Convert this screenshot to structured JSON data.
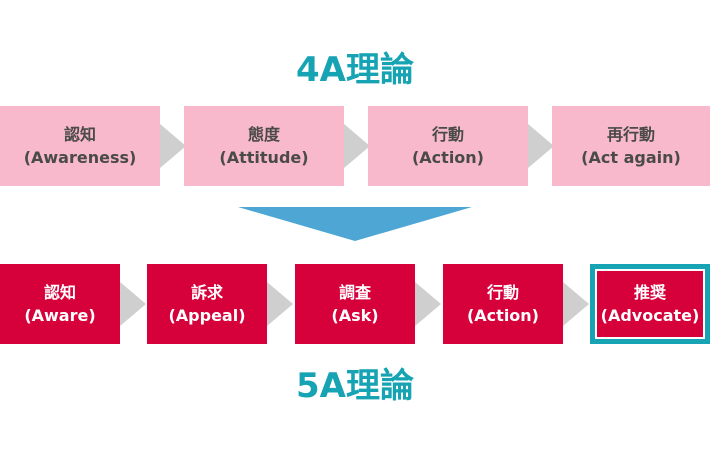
{
  "colors": {
    "title": "#16a3b3",
    "pink_box": "#f7b9cb",
    "pink_text": "#4a4a4a",
    "red_box": "#d6003a",
    "chevron": "#cfcfcf",
    "arrow": "#4ea6d4",
    "highlight_border": "#16a3b3"
  },
  "theory_4a": {
    "title": "4A理論",
    "steps": [
      {
        "ja": "認知",
        "en": "(Awareness)"
      },
      {
        "ja": "態度",
        "en": "(Attitude)"
      },
      {
        "ja": "行動",
        "en": "(Action)"
      },
      {
        "ja": "再行動",
        "en": "(Act again)"
      }
    ]
  },
  "theory_5a": {
    "title": "5A理論",
    "steps": [
      {
        "ja": "認知",
        "en": "(Aware)"
      },
      {
        "ja": "訴求",
        "en": "(Appeal)"
      },
      {
        "ja": "調査",
        "en": "(Ask)"
      },
      {
        "ja": "行動",
        "en": "(Action)"
      },
      {
        "ja": "推奨",
        "en": "(Advocate)"
      }
    ],
    "highlighted_step": 4
  },
  "icons": {
    "step_separator": "chevron-right-icon",
    "transition": "triangle-down-icon"
  }
}
